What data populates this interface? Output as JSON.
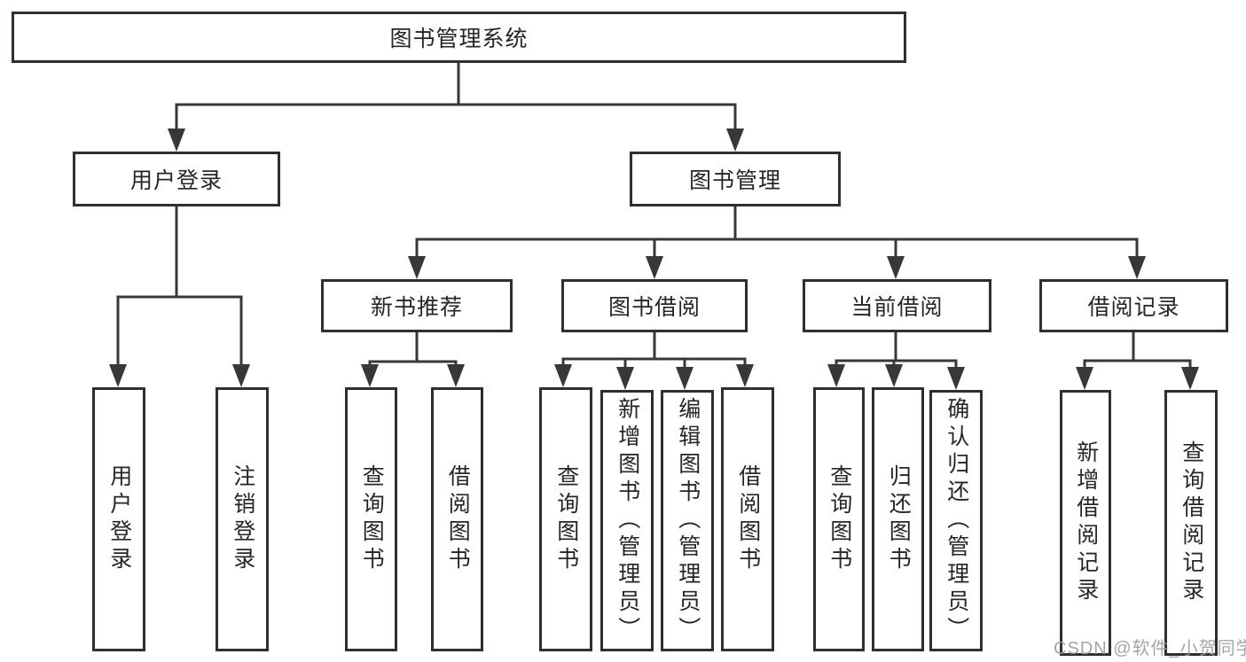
{
  "diagram": {
    "tree": {
      "label": "图书管理系统",
      "children": [
        {
          "label": "用户登录",
          "children": [
            {
              "label": "用户登录"
            },
            {
              "label": "注销登录"
            }
          ]
        },
        {
          "label": "图书管理",
          "children": [
            {
              "label": "新书推荐",
              "children": [
                {
                  "label": "查询图书"
                },
                {
                  "label": "借阅图书"
                }
              ]
            },
            {
              "label": "图书借阅",
              "children": [
                {
                  "label": "查询图书"
                },
                {
                  "label": "新增图书（管理员）"
                },
                {
                  "label": "编辑图书（管理员）"
                },
                {
                  "label": "借阅图书"
                }
              ]
            },
            {
              "label": "当前借阅",
              "children": [
                {
                  "label": "查询图书"
                },
                {
                  "label": "归还图书"
                },
                {
                  "label": "确认归还（管理员）"
                }
              ]
            },
            {
              "label": "借阅记录",
              "children": [
                {
                  "label": "新增借阅记录"
                },
                {
                  "label": "查询借阅记录"
                }
              ]
            }
          ]
        }
      ]
    }
  },
  "watermark": {
    "text": "CSDN @软件_小贺同学"
  },
  "colors": {
    "line": "#383838",
    "border": "#2f2f2f",
    "text": "#262626",
    "watermark": "#9b9b9b",
    "background": "#ffffff"
  }
}
